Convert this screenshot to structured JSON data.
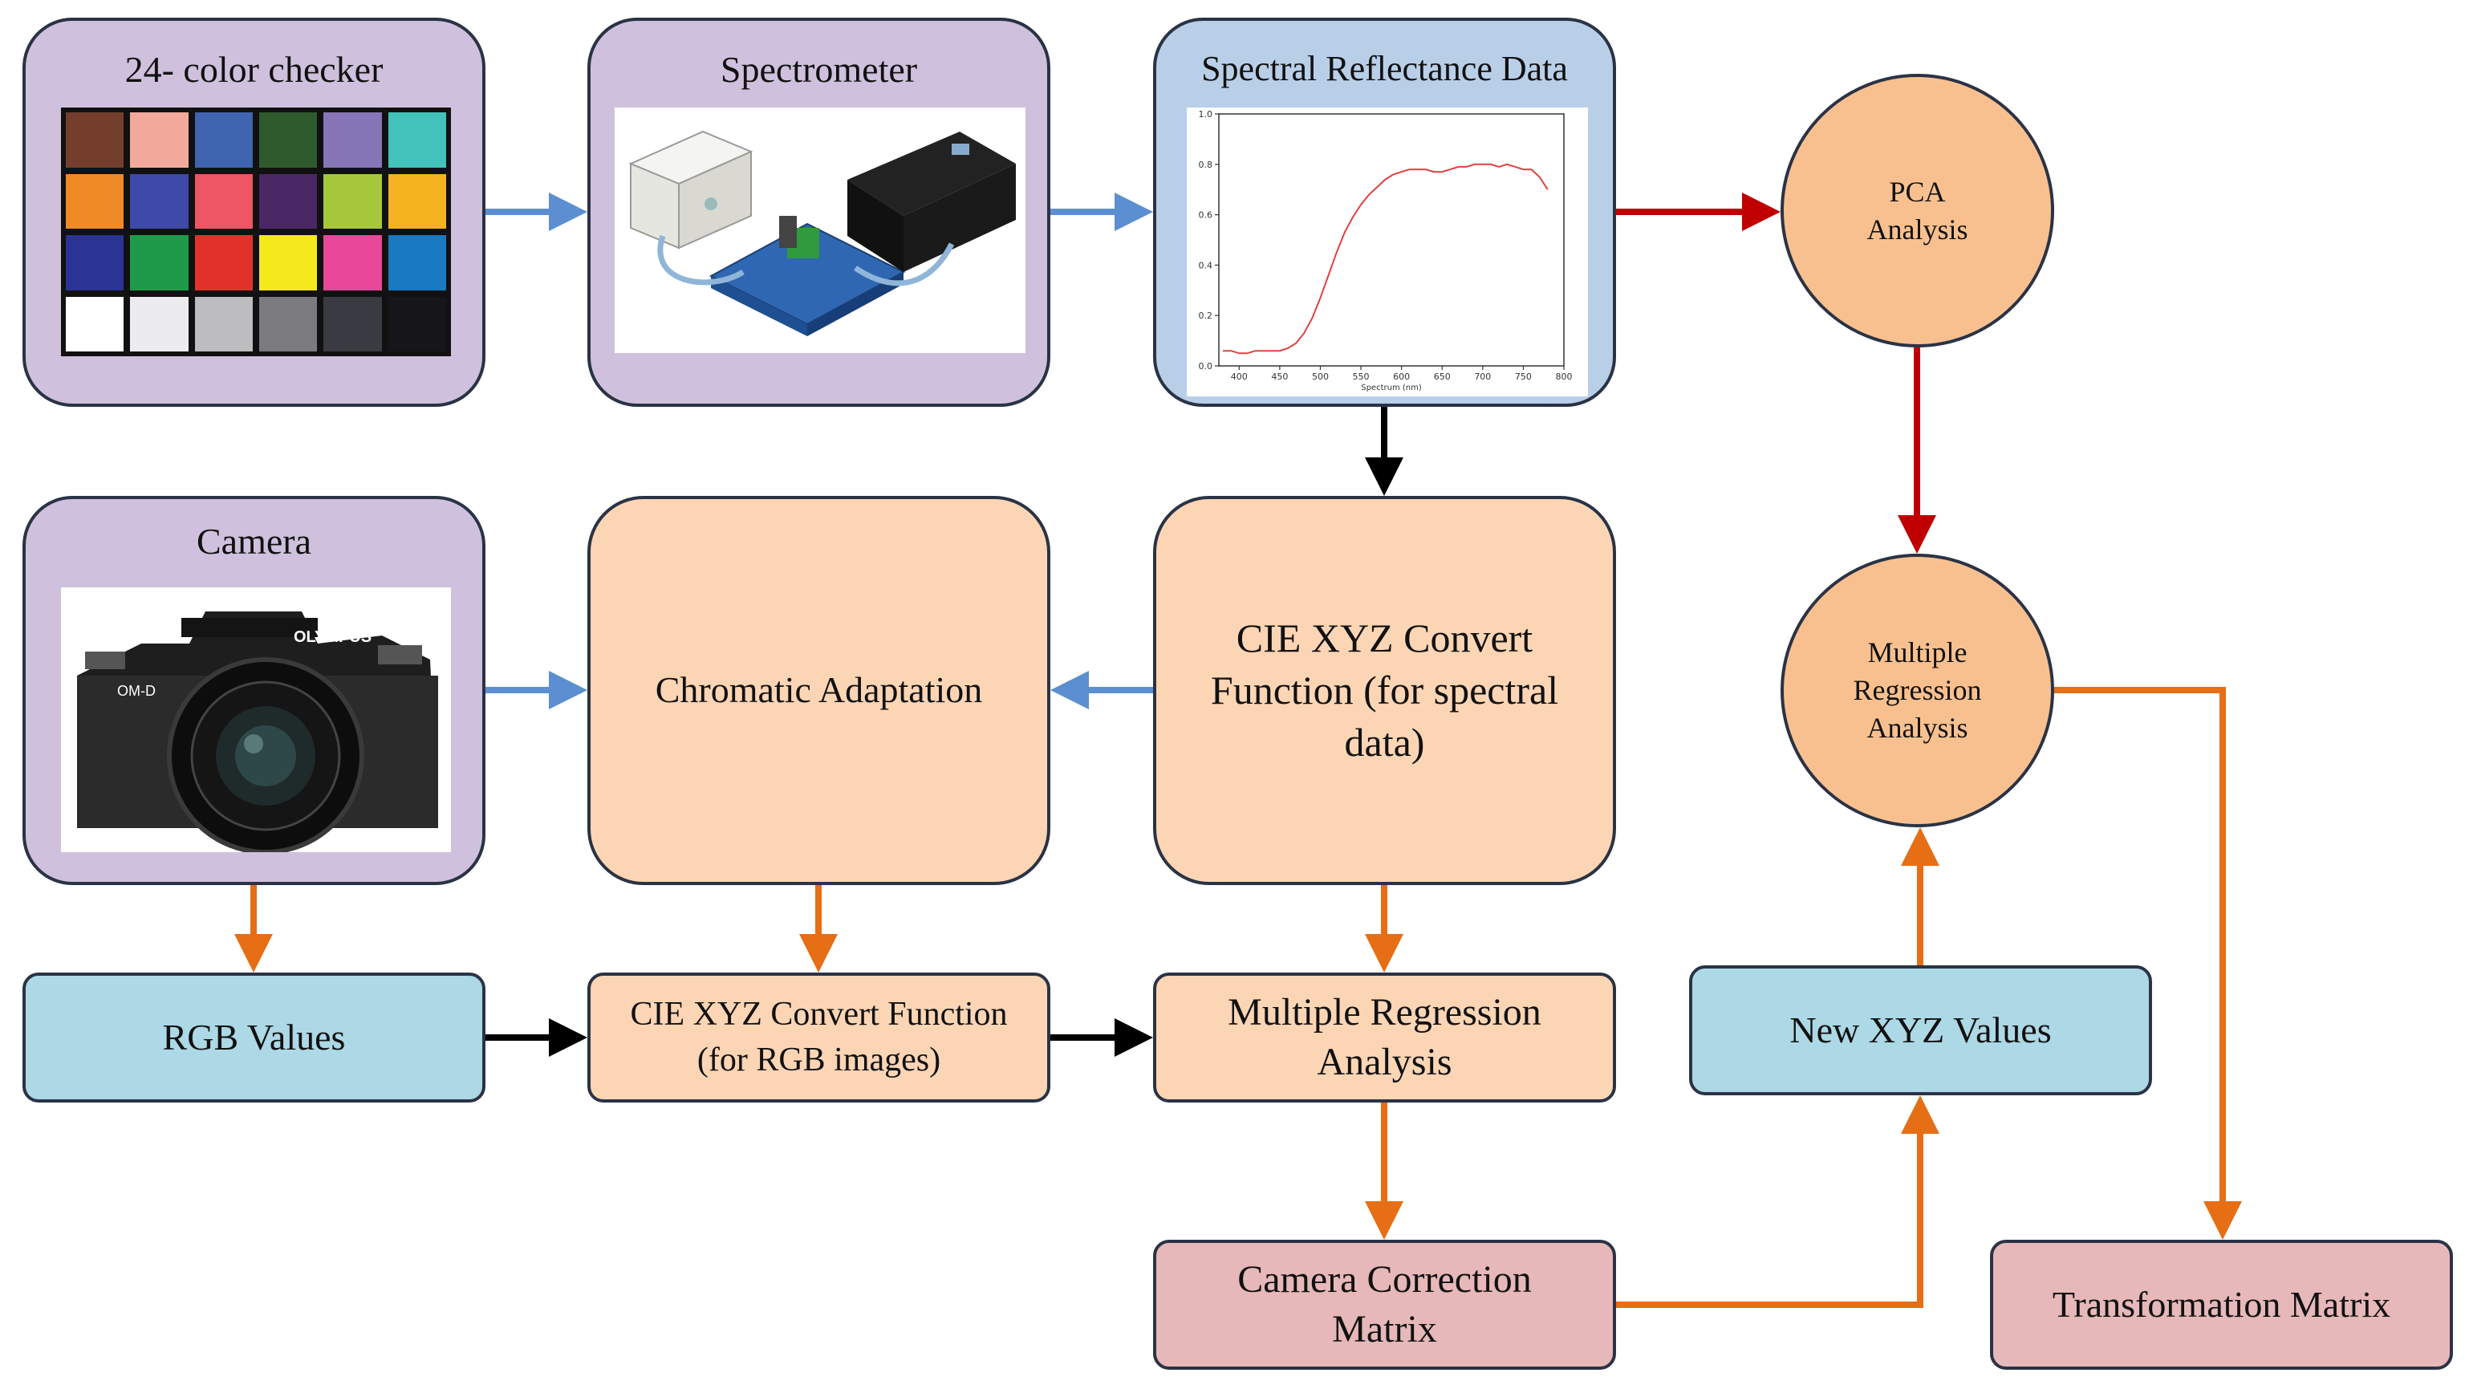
{
  "nodes": {
    "color_checker": {
      "label": "24- color checker"
    },
    "spectrometer": {
      "label": "Spectrometer"
    },
    "spectral_data": {
      "label": "Spectral Reflectance Data"
    },
    "pca": {
      "label": "PCA Analysis"
    },
    "camera": {
      "label": "Camera",
      "brand_text": "OLYMPUS",
      "model_text": "OM-D"
    },
    "chromatic": {
      "label": "Chromatic Adaptation"
    },
    "cie_spectral": {
      "label": "CIE XYZ Convert Function (for spectral data)"
    },
    "mra_circle": {
      "label": "Multiple Regression Analysis"
    },
    "rgb_values": {
      "label": "RGB Values"
    },
    "cie_rgb": {
      "label": "CIE XYZ Convert Function (for RGB images)"
    },
    "mra_box": {
      "label": "Multiple Regression Analysis"
    },
    "new_xyz": {
      "label": "New XYZ Values"
    },
    "camera_matrix": {
      "label": "Camera Correction Matrix"
    },
    "transform_matrix": {
      "label": "Transformation Matrix"
    }
  },
  "checker_colors": [
    "#733f2c",
    "#f2a99b",
    "#3f64b0",
    "#2f5a2e",
    "#8676b8",
    "#43c2bb",
    "#f08a26",
    "#3d4aa8",
    "#ee5565",
    "#4a2765",
    "#a7c73a",
    "#f4b21e",
    "#2b3394",
    "#1f9a4a",
    "#e0322b",
    "#f5e81d",
    "#e8479a",
    "#1979c1",
    "#ffffff",
    "#ececef",
    "#bdbdc0",
    "#7b7b80",
    "#3a3a42",
    "#15151a"
  ],
  "edge_colors": {
    "blue": "#5b8fd1",
    "red": "#c00000",
    "black": "#000000",
    "orange": "#e66e14"
  },
  "chart_data": {
    "type": "line",
    "xlabel": "Spectrum (nm)",
    "ylabel": "",
    "xlim": [
      375,
      800
    ],
    "ylim": [
      0.0,
      1.0
    ],
    "x_ticks": [
      400,
      450,
      500,
      550,
      600,
      650,
      700,
      750,
      800
    ],
    "y_ticks": [
      0.0,
      0.2,
      0.4,
      0.6,
      0.8,
      1.0
    ],
    "x": [
      380,
      390,
      400,
      410,
      420,
      430,
      440,
      450,
      460,
      470,
      480,
      490,
      500,
      510,
      520,
      530,
      540,
      550,
      560,
      570,
      580,
      590,
      600,
      610,
      620,
      630,
      640,
      650,
      660,
      670,
      680,
      690,
      700,
      710,
      720,
      730,
      740,
      750,
      760,
      770,
      780
    ],
    "y": [
      0.06,
      0.06,
      0.05,
      0.05,
      0.06,
      0.06,
      0.06,
      0.06,
      0.07,
      0.09,
      0.13,
      0.19,
      0.27,
      0.36,
      0.45,
      0.53,
      0.59,
      0.64,
      0.68,
      0.71,
      0.74,
      0.76,
      0.77,
      0.78,
      0.78,
      0.78,
      0.77,
      0.77,
      0.78,
      0.79,
      0.79,
      0.8,
      0.8,
      0.8,
      0.79,
      0.8,
      0.79,
      0.78,
      0.78,
      0.75,
      0.7
    ],
    "color": "#e04040"
  }
}
